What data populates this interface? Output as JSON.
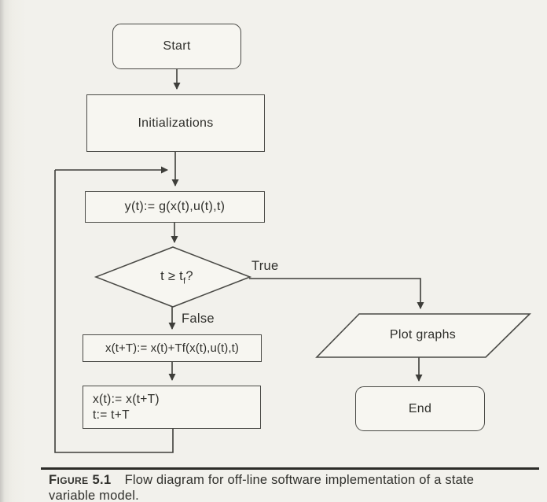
{
  "colors": {
    "background": "#f2f1ec",
    "line": "#3e3e3a",
    "text": "#2f2f2b",
    "box_fill": "#f7f6f1",
    "caption_rule": "#2c2c28"
  },
  "flowchart": {
    "nodes": {
      "start": {
        "label": "Start",
        "shape": "rounded-terminator"
      },
      "initializations": {
        "label": "Initializations",
        "shape": "rectangle"
      },
      "output_update": {
        "label": "y(t):= g(x(t),u(t),t)",
        "shape": "rectangle"
      },
      "decision": {
        "text_pre": "t ≥ t",
        "subscript": "f",
        "text_post": "?",
        "shape": "diamond"
      },
      "state_update": {
        "label": "x(t+T):= x(t)+Tf(x(t),u(t),t)",
        "shape": "rectangle"
      },
      "time_update": {
        "line1": "x(t):= x(t+T)",
        "line2": "t:= t+T",
        "shape": "rectangle"
      },
      "plot_graphs": {
        "label": "Plot graphs",
        "shape": "parallelogram"
      },
      "end": {
        "label": "End",
        "shape": "rounded-terminator"
      }
    },
    "edge_labels": {
      "true_branch": "True",
      "false_branch": "False"
    }
  },
  "caption": {
    "label": "Figure 5.1",
    "line1": "Flow diagram for off-line software implementation of a state",
    "line2": "variable model."
  }
}
